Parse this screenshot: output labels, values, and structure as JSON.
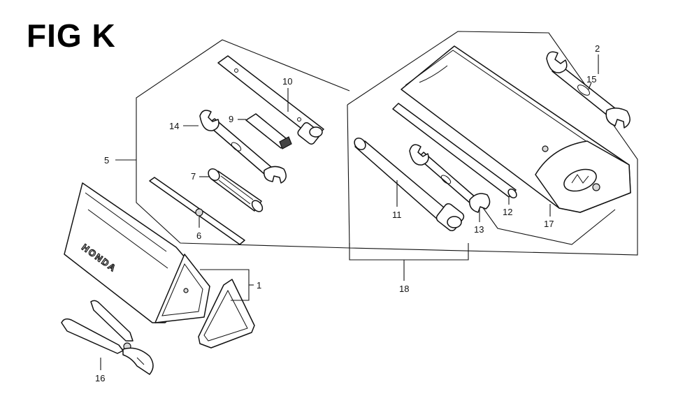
{
  "figure": {
    "title": "FIG K",
    "brand_text": "HONDA"
  },
  "callouts": {
    "c1": "1",
    "c2": "2",
    "c5": "5",
    "c6": "6",
    "c7": "7",
    "c9": "9",
    "c10": "10",
    "c11": "11",
    "c12": "12",
    "c13": "13",
    "c14": "14",
    "c15": "15",
    "c16": "16",
    "c17": "17",
    "c18": "18"
  }
}
